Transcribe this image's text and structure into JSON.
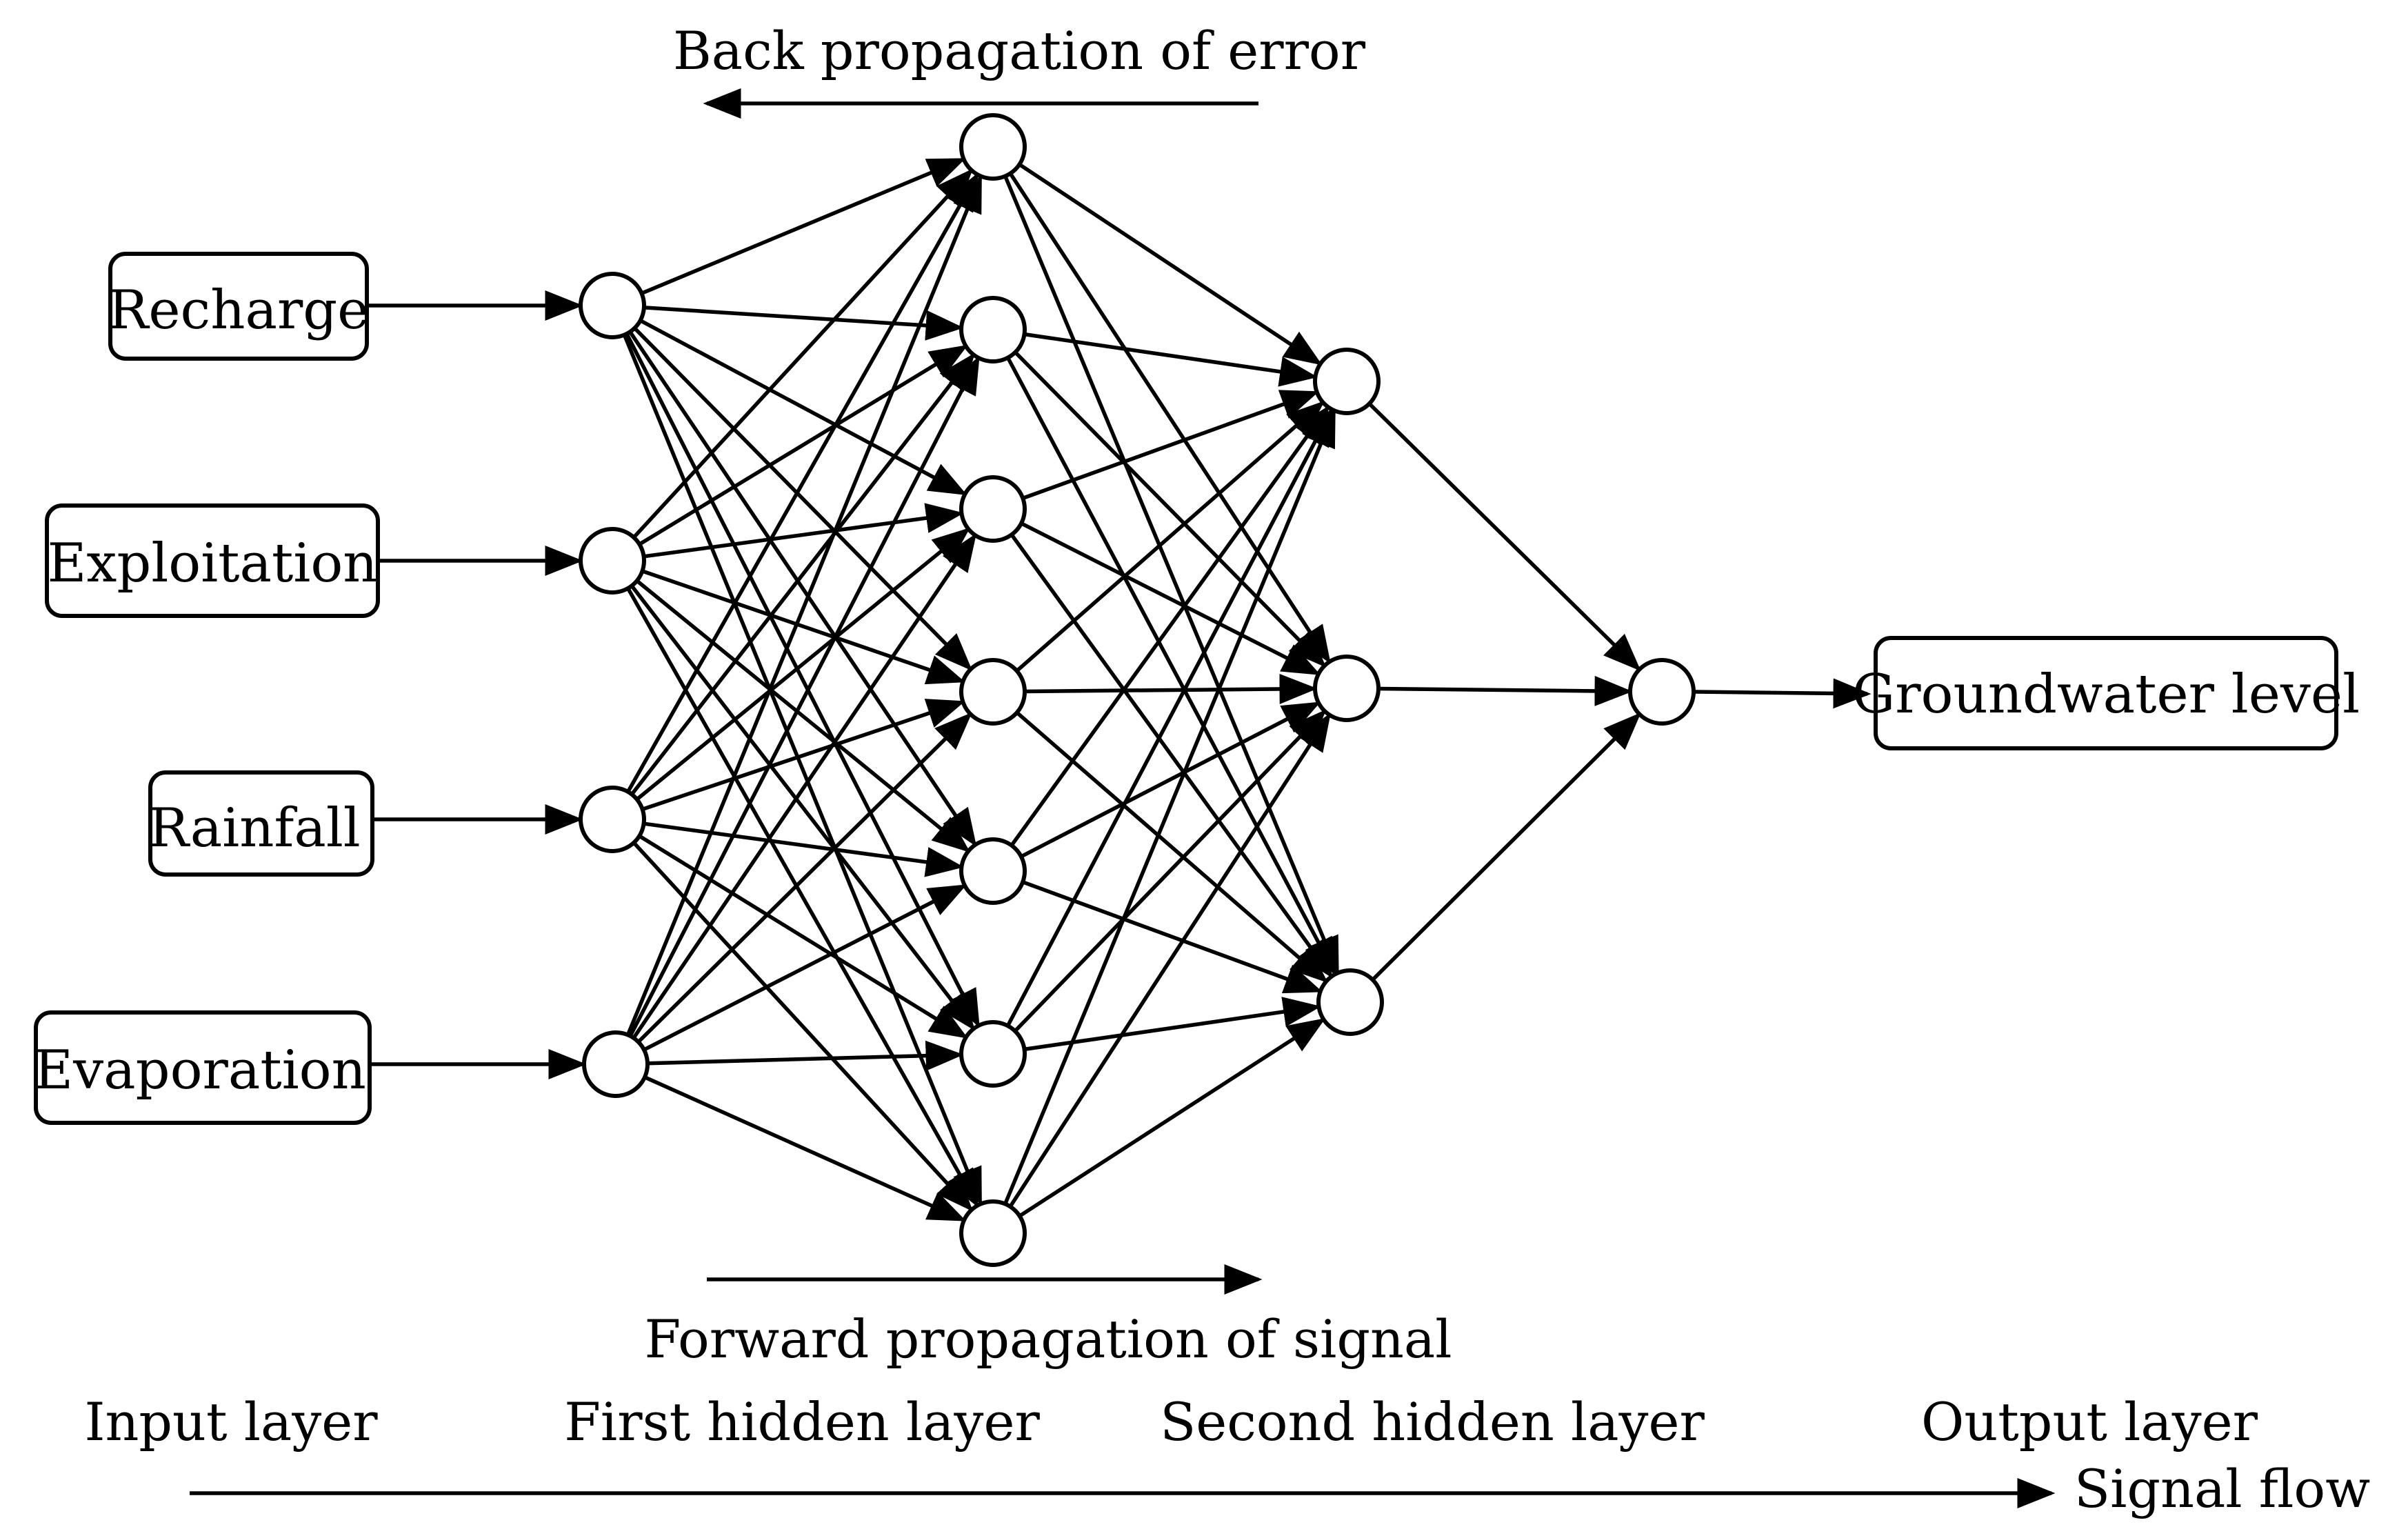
{
  "title_top": "Back propagation of error",
  "title_bottom": "Forward propagation of signal",
  "inputs": [
    "Recharge",
    "Exploitation",
    "Rainfall",
    "Evaporation"
  ],
  "output": "Groundwater level",
  "layers": {
    "input": "Input layer",
    "hidden1": "First hidden layer",
    "hidden2": "Second hidden layer",
    "output": "Output layer"
  },
  "signal_flow": "Signal flow",
  "network": {
    "input_nodes": 4,
    "hidden1_nodes": 7,
    "hidden2_nodes": 3,
    "output_nodes": 1
  }
}
